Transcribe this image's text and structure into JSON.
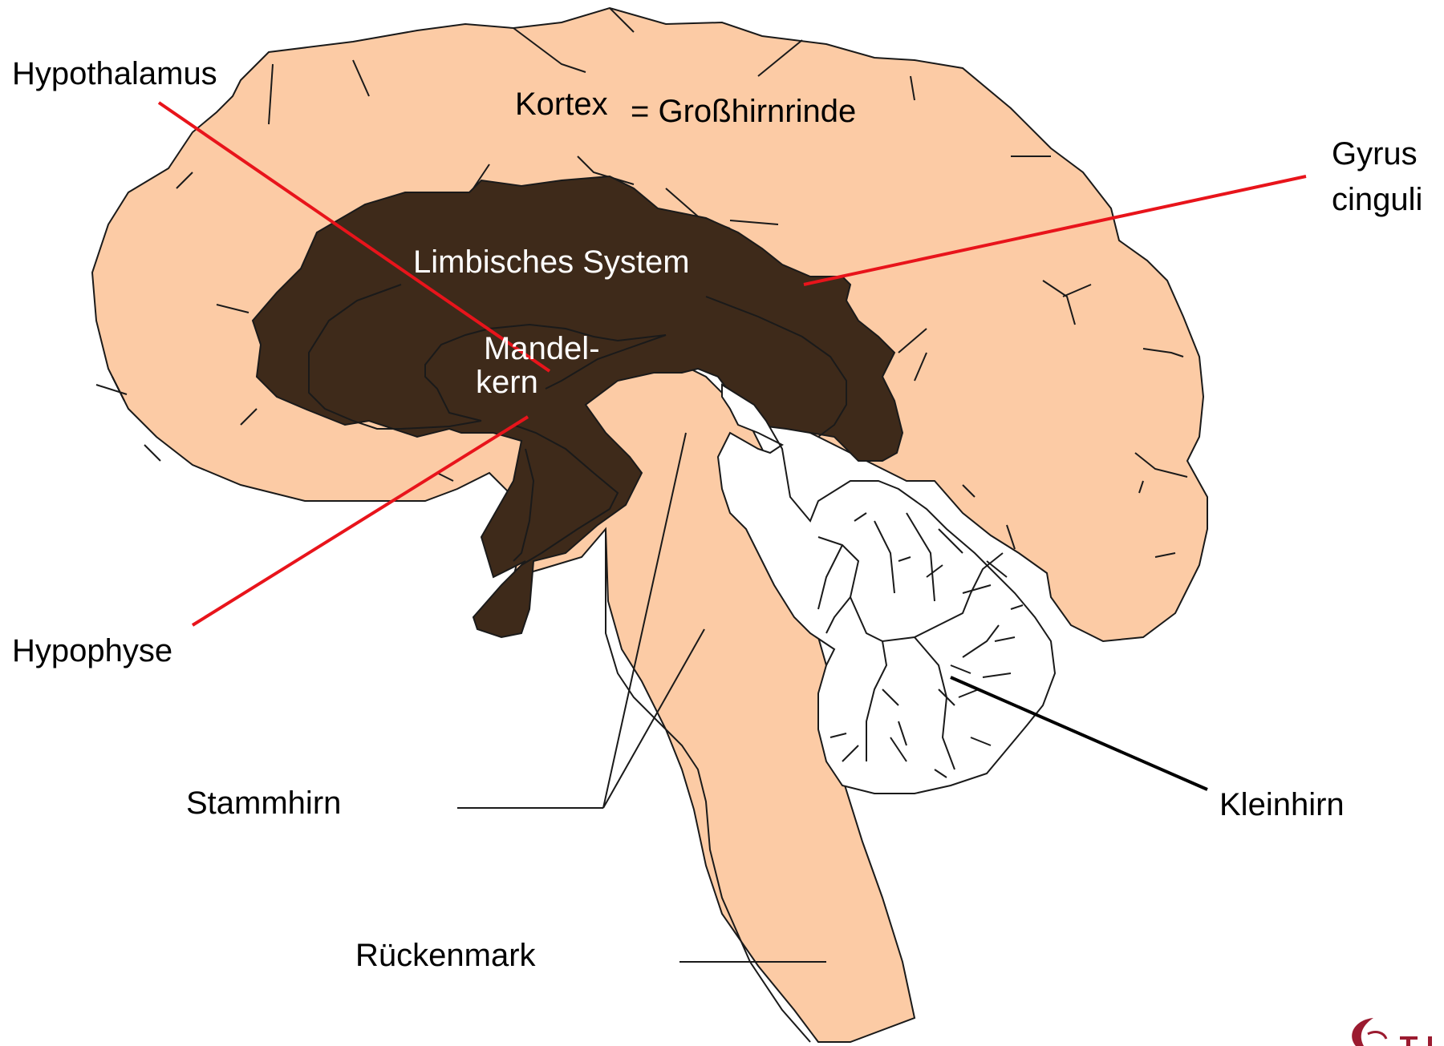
{
  "labels": {
    "hypothalamus": "Hypothalamus",
    "kortex": "Kortex",
    "grosshirnrinde": "= Großhirnrinde",
    "gyrus_line1": "Gyrus",
    "gyrus_line2": "cinguli",
    "limbisches_system": "Limbisches System",
    "mandelkern_line1": "Mandel-",
    "mandelkern_line2": "kern",
    "hypophyse": "Hypophyse",
    "stammhirn": "Stammhirn",
    "kleinhirn": "Kleinhirn",
    "rueckenmark": "Rückenmark"
  },
  "colors": {
    "cortex_fill": "#FCCBA5",
    "limbic_fill": "#3E2A1A",
    "cerebellum_fill": "#FFFFFF",
    "pointer_red": "#E8141B",
    "pointer_black": "#000000",
    "logo_color": "#9B1B30"
  },
  "logo": {
    "icon": "university-logo-icon"
  }
}
